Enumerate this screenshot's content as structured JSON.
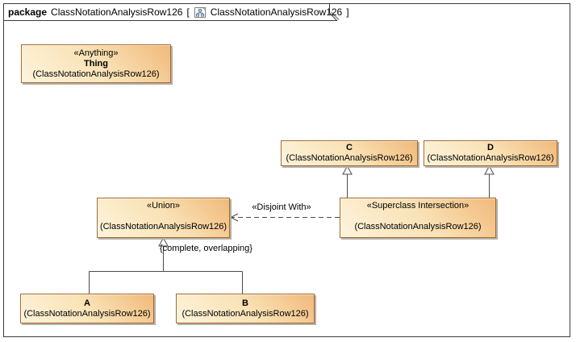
{
  "header": {
    "keyword": "package",
    "context_name": "ClassNotationAnalysisRow126",
    "bracket_open": "[",
    "diagram_name": "ClassNotationAnalysisRow126",
    "bracket_close": "]",
    "icon": "class-diagram-icon"
  },
  "nodes": {
    "thing": {
      "stereotype": "«Anything»",
      "name": "Thing",
      "owner": "(ClassNotationAnalysisRow126)"
    },
    "c": {
      "name": "C",
      "owner": "(ClassNotationAnalysisRow126)"
    },
    "d": {
      "name": "D",
      "owner": "(ClassNotationAnalysisRow126)"
    },
    "union": {
      "stereotype": "«Union»",
      "owner": "(ClassNotationAnalysisRow126)"
    },
    "superclass_intersection": {
      "stereotype": "«Superclass Intersection»",
      "owner": "(ClassNotationAnalysisRow126)"
    },
    "a": {
      "name": "A",
      "owner": "(ClassNotationAnalysisRow126)"
    },
    "b": {
      "name": "B",
      "owner": "(ClassNotationAnalysisRow126)"
    }
  },
  "edges": {
    "disjoint_with_label": "«Disjoint With»",
    "generalization_set_label": "{complete, overlapping}"
  },
  "colors": {
    "node_fill_dark": "#f1b97a",
    "node_fill_light": "#fdf4dc",
    "node_border": "#a4682e",
    "edge_stroke": "#4b4b4b",
    "frame_stroke": "#3c3c3c",
    "shadow": "#b5b1a8"
  }
}
